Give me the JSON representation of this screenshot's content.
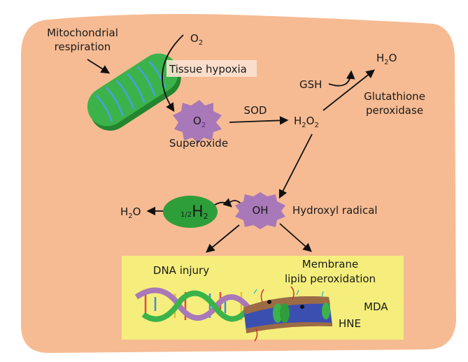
{
  "colors": {
    "background_cell": "#f6bb93",
    "damage_box": "#f5ee7c",
    "mitochondrion": "#3bb34a",
    "radical_shape": "#a878b8",
    "hydrogen": "#2e9e3a"
  },
  "labels": {
    "mito_line1": "Mitochondrial",
    "mito_line2": "respiration",
    "o2_main": "O",
    "o2_sub": "2",
    "tissue_hypoxia": "Tissue hypoxia",
    "superoxide_main": "O",
    "superoxide_sub": "2",
    "superoxide": "Superoxide",
    "sod": "SOD",
    "h2o2_h": "H",
    "h2o2_sub1": "2",
    "h2o2_o": "O",
    "h2o2_sub2": "2",
    "gsh": "GSH",
    "h2o_top_h": "H",
    "h2o_top_sub": "2",
    "h2o_top_o": "O",
    "gpx_line1": "Glutathione",
    "gpx_line2": "peroxidase",
    "oh": "OH",
    "hydroxyl_radical": "Hydroxyl radical",
    "h2_half": "1/2",
    "h2_main": "H",
    "h2_sub": "2",
    "h2o_left_h": "H",
    "h2o_left_sub": "2",
    "h2o_left_o": "O",
    "dna_injury": "DNA injury",
    "membrane_line1": "Membrane",
    "membrane_line2": "lipib peroxidation",
    "mda": "MDA",
    "hne": "HNE"
  },
  "icons": [
    "mitochondrion-icon",
    "superoxide-star-icon",
    "hydroxyl-star-icon",
    "hydrogen-ellipse-icon",
    "dna-helix-icon",
    "lipid-membrane-icon"
  ]
}
